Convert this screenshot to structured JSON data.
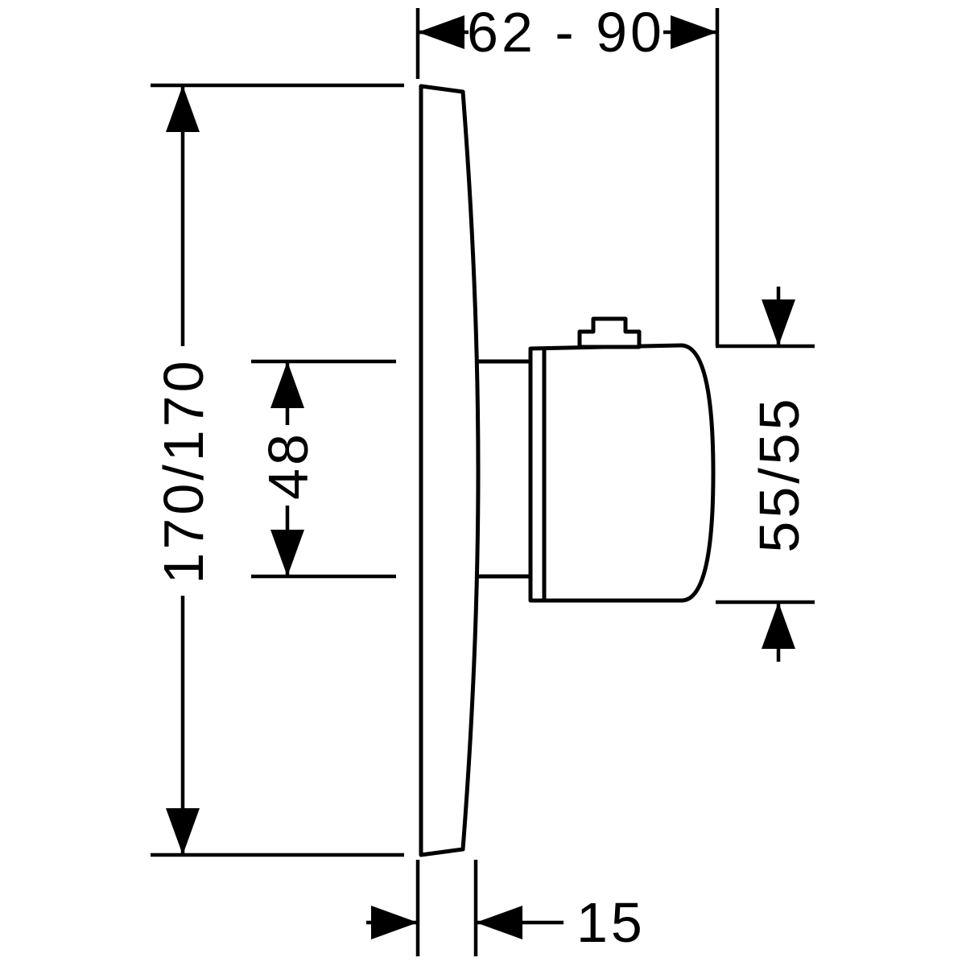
{
  "drawing": {
    "type": "technical-dimension-diagram",
    "background": "#ffffff",
    "line_color": "#000000",
    "labels": {
      "width_range": "62 - 90",
      "height_total": "170/170",
      "inner_span": "48",
      "handle_size": "55/55",
      "plate_depth": "15"
    }
  }
}
